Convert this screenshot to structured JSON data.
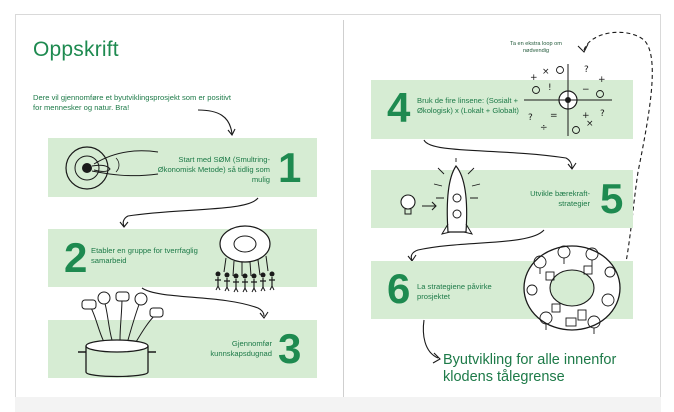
{
  "page": {
    "title": "Oppskrift",
    "intro": "Dere vil gjennomføre et byutviklingsprosjekt som er positivt for mennesker og natur. Bra!"
  },
  "steps": [
    {
      "number": "1",
      "text": "Start med SØM (Smultring-Økonomisk Metode) så tidlig som mulig"
    },
    {
      "number": "2",
      "text": "Etabler en gruppe for tverrfaglig samarbeid"
    },
    {
      "number": "3",
      "text": "Gjennomfør kunnskapsdugnad"
    },
    {
      "number": "4",
      "text": "Bruk de fire linsene: (Sosialt + Økologisk) x (Lokalt + Globalt)"
    },
    {
      "number": "5",
      "text": "Utvikle bærekraft-strategier"
    },
    {
      "number": "6",
      "text": "La strategiene påvirke prosjektet"
    }
  ],
  "loop_note": "Ta en ekstra loop om nødvendig",
  "final_text": "Byutvikling for alle innenfor klodens tålegrense",
  "colors": {
    "accent": "#1e8a50",
    "band": "#d6ecd3",
    "ink": "#1a1a1a"
  },
  "icons": [
    "doughnut-button-icon",
    "people-group-icon",
    "cooking-pot-icon",
    "four-lenses-icon",
    "lightbulb-rocket-icon",
    "doughnut-city-icon"
  ]
}
